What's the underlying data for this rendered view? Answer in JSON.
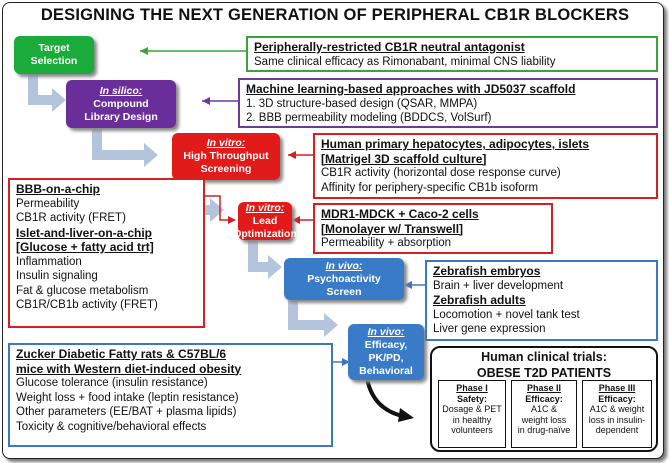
{
  "title": "DESIGNING THE NEXT GENERATION OF PERIPHERAL CB1R BLOCKERS",
  "colors": {
    "green": "#1aab3a",
    "purple": "#6a2e9a",
    "red": "#e11a1a",
    "blue": "#3a7bc8",
    "arrow": "#b4c4dc"
  },
  "stages": {
    "target": {
      "line1": "Target",
      "line2": "Selection"
    },
    "insilico": {
      "prefix": "In silico:",
      "line1": "Compound",
      "line2": "Library Design"
    },
    "invitro_hts": {
      "prefix": "In vitro:",
      "line1": "High Throughput",
      "line2": "Screening"
    },
    "invitro_lead": {
      "prefix": "In vitro:",
      "line1": "Lead",
      "line2": "Optimization"
    },
    "invivo_psycho": {
      "prefix": "In vivo:",
      "line1": "Psychoactivity",
      "line2": "Screen"
    },
    "invivo_eff": {
      "prefix": "In vivo:",
      "line1": "Efficacy,",
      "line2": "PK/PD,",
      "line3": "Behavioral"
    }
  },
  "boxes": {
    "target_info": {
      "heading": "Peripherally-restricted CB1R neutral antagonist",
      "line1": "Same clinical efficacy as Rimonabant, minimal CNS liability"
    },
    "insilico_info": {
      "heading": "Machine learning-based approaches with JD5037 scaffold",
      "item1": "1.   3D structure-based design (QSAR, MMPA)",
      "item2": "2.   BBB permeability modeling (BDDCS, VolSurf)"
    },
    "hts_info": {
      "heading": "Human primary hepatocytes, adipocytes, islets",
      "heading2": "[Matrigel 3D scaffold culture]",
      "line1": "CB1R activity (horizontal dose response curve)",
      "line2": "Affinity for periphery-specific CB1b isoform"
    },
    "chip_info": {
      "heading": "BBB-on-a-chip",
      "line1": "Permeability",
      "line2": "CB1R activity (FRET)",
      "heading2": "Islet-and-liver-on-a-chip",
      "heading3": "[Glucose + fatty acid trt]",
      "line3": "Inflammation",
      "line4": "Insulin signaling",
      "line5": "Fat & glucose metabolism",
      "line6": "CB1R/CB1b activity (FRET)"
    },
    "lead_info": {
      "heading": "MDR1-MDCK + Caco-2 cells",
      "heading2": "[Monolayer w/ Transwell]",
      "line1": "Permeability + absorption"
    },
    "zebrafish_info": {
      "heading": "Zebrafish embryos",
      "line1": "Brain + liver development",
      "heading2": "Zebrafish adults",
      "line2": "Locomotion + novel tank test",
      "line3": "Liver gene expression"
    },
    "rats_info": {
      "heading": "Zucker Diabetic Fatty rats & C57BL/6",
      "heading2": "mice with Western diet-induced obesity",
      "line1": "Glucose tolerance (insulin resistance)",
      "line2": "Weight loss + food intake (leptin resistance)",
      "line3": "Other parameters (EE/BAT + plasma lipids)",
      "line4": "Toxicity & cognitive/behavioral effects"
    }
  },
  "trials": {
    "title1": "Human clinical trials:",
    "title2": "OBESE T2D PATIENTS",
    "phases": [
      {
        "name": "Phase I",
        "label": "Safety:",
        "l1": "Dosage & PET",
        "l2": "in healthy",
        "l3": "volunteers"
      },
      {
        "name": "Phase II",
        "label": "Efficacy:",
        "l1": "A1C &",
        "l2": "weight loss",
        "l3": "in drug-naïve"
      },
      {
        "name": "Phase III",
        "label": "Efficacy:",
        "l1": "A1C & weight",
        "l2": "loss in insulin-",
        "l3": "dependent"
      }
    ]
  }
}
